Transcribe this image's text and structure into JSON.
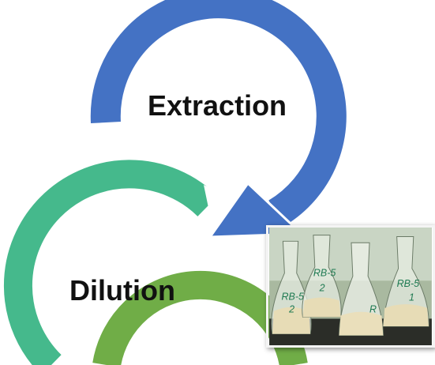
{
  "steps": [
    {
      "label": "Extraction",
      "color": "#4472c4"
    },
    {
      "label": "Dilution",
      "color": "#45b98c"
    },
    {
      "label": "",
      "color": "#70ad47"
    }
  ],
  "photo": {
    "description": "Conical flasks with pale liquid on a dark rack",
    "flask_labels": [
      "RB-5",
      "2",
      "RB-5",
      "2",
      "RB-5",
      "1",
      "R"
    ]
  }
}
